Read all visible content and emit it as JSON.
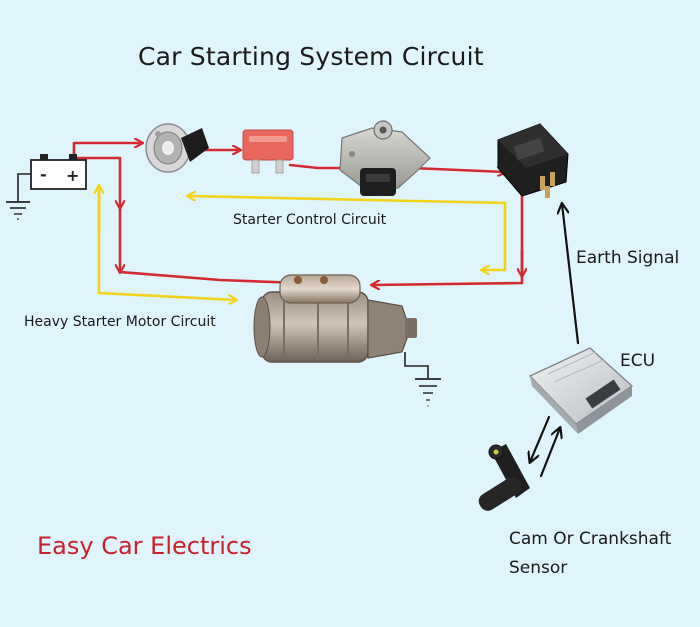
{
  "title": "Car Starting System Circuit",
  "labels": {
    "starter_control": "Starter Control Circuit",
    "heavy_starter": "Heavy Starter Motor Circuit",
    "earth_signal": "Earth Signal",
    "ecu": "ECU",
    "sensor_line1": "Cam Or Crankshaft",
    "sensor_line2": "Sensor"
  },
  "branding": "Easy Car Electrics",
  "battery": {
    "negative": "-",
    "positive": "+"
  },
  "colors": {
    "background": "#e0f4fc",
    "wire_power": "#d32a2f",
    "wire_control": "#f2d21a",
    "wire_signal": "#111111",
    "brand": "#c8202c"
  }
}
